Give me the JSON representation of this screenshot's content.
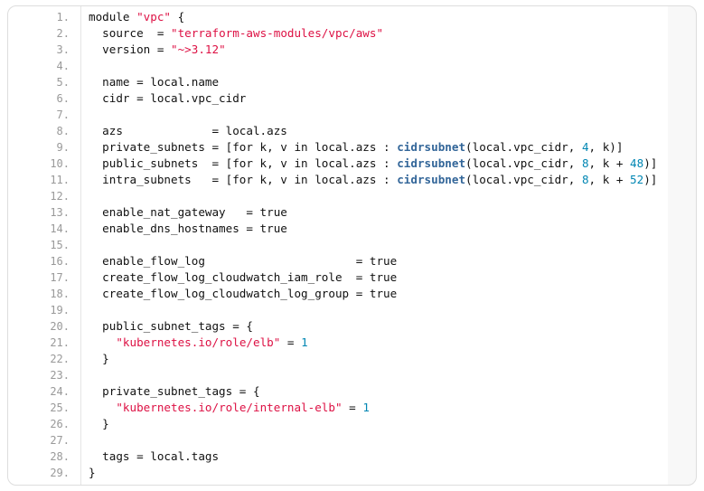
{
  "code_block": {
    "colors": {
      "plain": "#111111",
      "string": "#dd1144",
      "number": "#0086b3",
      "function": "#336699",
      "line_number": "#999999",
      "border": "#dddddd",
      "panel_bg": "#ffffff",
      "tray_bg": "#f8f8f8"
    },
    "lines": [
      {
        "n": "1.",
        "segs": [
          [
            "module ",
            "p"
          ],
          [
            "\"vpc\"",
            "s"
          ],
          [
            " {",
            "p"
          ]
        ]
      },
      {
        "n": "2.",
        "segs": [
          [
            "  source  = ",
            "p"
          ],
          [
            "\"terraform-aws-modules/vpc/aws\"",
            "s"
          ]
        ]
      },
      {
        "n": "3.",
        "segs": [
          [
            "  version = ",
            "p"
          ],
          [
            "\"~>3.12\"",
            "s"
          ]
        ]
      },
      {
        "n": "4.",
        "segs": []
      },
      {
        "n": "5.",
        "segs": [
          [
            "  name = local.name",
            "p"
          ]
        ]
      },
      {
        "n": "6.",
        "segs": [
          [
            "  cidr = local.vpc_cidr",
            "p"
          ]
        ]
      },
      {
        "n": "7.",
        "segs": []
      },
      {
        "n": "8.",
        "segs": [
          [
            "  azs             = local.azs",
            "p"
          ]
        ]
      },
      {
        "n": "9.",
        "segs": [
          [
            "  private_subnets = [for k, v in local.azs : ",
            "p"
          ],
          [
            "cidrsubnet",
            "f"
          ],
          [
            "(local.vpc_cidr, ",
            "p"
          ],
          [
            "4",
            "n"
          ],
          [
            ", k)]",
            "p"
          ]
        ]
      },
      {
        "n": "10.",
        "segs": [
          [
            "  public_subnets  = [for k, v in local.azs : ",
            "p"
          ],
          [
            "cidrsubnet",
            "f"
          ],
          [
            "(local.vpc_cidr, ",
            "p"
          ],
          [
            "8",
            "n"
          ],
          [
            ", k + ",
            "p"
          ],
          [
            "48",
            "n"
          ],
          [
            ")]",
            "p"
          ]
        ]
      },
      {
        "n": "11.",
        "segs": [
          [
            "  intra_subnets   = [for k, v in local.azs : ",
            "p"
          ],
          [
            "cidrsubnet",
            "f"
          ],
          [
            "(local.vpc_cidr, ",
            "p"
          ],
          [
            "8",
            "n"
          ],
          [
            ", k + ",
            "p"
          ],
          [
            "52",
            "n"
          ],
          [
            ")]",
            "p"
          ]
        ]
      },
      {
        "n": "12.",
        "segs": []
      },
      {
        "n": "13.",
        "segs": [
          [
            "  enable_nat_gateway   = true",
            "p"
          ]
        ]
      },
      {
        "n": "14.",
        "segs": [
          [
            "  enable_dns_hostnames = true",
            "p"
          ]
        ]
      },
      {
        "n": "15.",
        "segs": []
      },
      {
        "n": "16.",
        "segs": [
          [
            "  enable_flow_log                      = true",
            "p"
          ]
        ]
      },
      {
        "n": "17.",
        "segs": [
          [
            "  create_flow_log_cloudwatch_iam_role  = true",
            "p"
          ]
        ]
      },
      {
        "n": "18.",
        "segs": [
          [
            "  create_flow_log_cloudwatch_log_group = true",
            "p"
          ]
        ]
      },
      {
        "n": "19.",
        "segs": []
      },
      {
        "n": "20.",
        "segs": [
          [
            "  public_subnet_tags = {",
            "p"
          ]
        ]
      },
      {
        "n": "21.",
        "segs": [
          [
            "    ",
            "p"
          ],
          [
            "\"kubernetes.io/role/elb\"",
            "s"
          ],
          [
            " = ",
            "p"
          ],
          [
            "1",
            "n"
          ]
        ]
      },
      {
        "n": "22.",
        "segs": [
          [
            "  }",
            "p"
          ]
        ]
      },
      {
        "n": "23.",
        "segs": []
      },
      {
        "n": "24.",
        "segs": [
          [
            "  private_subnet_tags = {",
            "p"
          ]
        ]
      },
      {
        "n": "25.",
        "segs": [
          [
            "    ",
            "p"
          ],
          [
            "\"kubernetes.io/role/internal-elb\"",
            "s"
          ],
          [
            " = ",
            "p"
          ],
          [
            "1",
            "n"
          ]
        ]
      },
      {
        "n": "26.",
        "segs": [
          [
            "  }",
            "p"
          ]
        ]
      },
      {
        "n": "27.",
        "segs": []
      },
      {
        "n": "28.",
        "segs": [
          [
            "  tags = local.tags",
            "p"
          ]
        ]
      },
      {
        "n": "29.",
        "segs": [
          [
            "}",
            "p"
          ]
        ]
      }
    ]
  }
}
